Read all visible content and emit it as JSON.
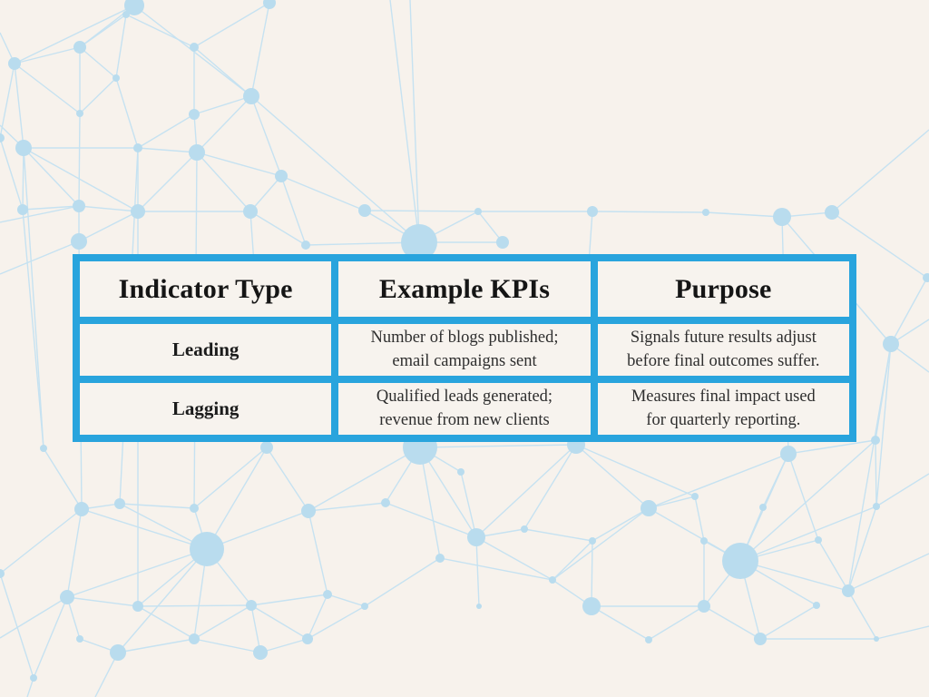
{
  "table": {
    "headers": [
      "Indicator Type",
      "Example KPIs",
      "Purpose"
    ],
    "rows": [
      {
        "indicator": "Leading",
        "kpis": "Number of blogs published;\nemail campaigns sent",
        "purpose": "Signals future results adjust\nbefore final outcomes suffer."
      },
      {
        "indicator": "Lagging",
        "kpis": "Qualified leads generated;\nrevenue from new clients",
        "purpose": "Measures final impact used\nfor quarterly reporting."
      }
    ]
  },
  "colors": {
    "page_background": "#F7F2EC",
    "table_border_blue": "#29A4DD",
    "cell_background": "#F7F3EE",
    "pattern_node_blue": "#B9DCEE",
    "pattern_line_blue": "#C6E2F1",
    "header_text": "#151515",
    "body_text": "#2E2E2E"
  }
}
